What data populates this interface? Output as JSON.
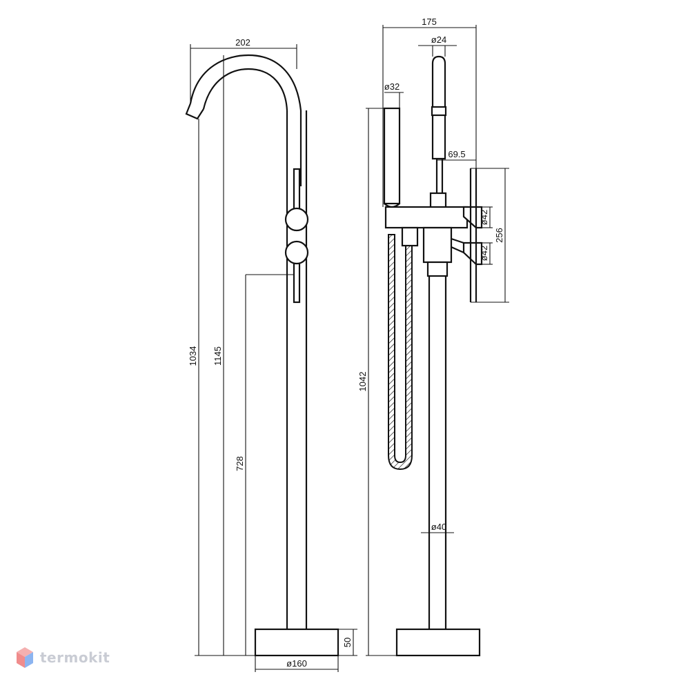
{
  "drawing": {
    "left_view": {
      "width_202": "202",
      "height_1034": "1034",
      "height_1145": "1145",
      "height_728": "728",
      "base_dia_160": "ø160",
      "base_h_50": "50"
    },
    "right_view": {
      "width_175": "175",
      "dia_24": "ø24",
      "dia_32": "ø32",
      "offset_69_5": "69.5",
      "height_256": "256",
      "dia_42_top": "ø42",
      "dia_42_bottom": "ø42",
      "height_1042": "1042",
      "dia_40": "ø40"
    }
  },
  "watermark": {
    "text": "termokit",
    "icon": "termokit-cube-logo-icon"
  },
  "colors": {
    "line": "#111111",
    "watermark": "#c9ccd4",
    "logo_red": "#f08c8c",
    "logo_blue": "#8cb4f0"
  }
}
